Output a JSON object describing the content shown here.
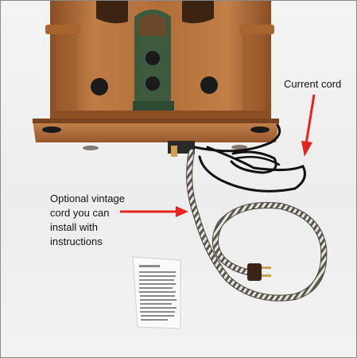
{
  "annotations": {
    "current_cord": "Current cord",
    "optional_cord": [
      "Optional vintage",
      "cord you can",
      "install with",
      "instructions"
    ]
  },
  "colors": {
    "arrow": "#e8231f",
    "wood": "#b5703a",
    "wood_dark": "#7a4420",
    "cord_black": "#111111",
    "cord_braided": "#b9b3a8"
  }
}
